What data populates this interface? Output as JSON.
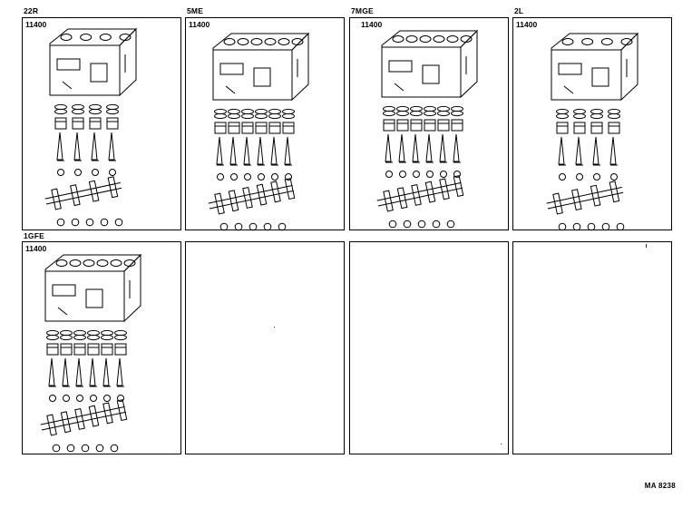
{
  "panels": [
    {
      "engine": "22R",
      "part_number": "11400",
      "illustration": "short-block-assembly-4cyl"
    },
    {
      "engine": "5ME",
      "part_number": "11400",
      "illustration": "short-block-assembly-6cyl"
    },
    {
      "engine": "7MGE",
      "part_number": "11400",
      "illustration": "short-block-assembly-6cyl"
    },
    {
      "engine": "2L",
      "part_number": "11400",
      "illustration": "short-block-assembly-4cyl"
    },
    {
      "engine": "1GFE",
      "part_number": "11400",
      "illustration": "short-block-assembly-6cyl"
    },
    {
      "engine": "",
      "part_number": "",
      "illustration": ""
    },
    {
      "engine": "",
      "part_number": "",
      "illustration": ""
    },
    {
      "engine": "",
      "part_number": "",
      "illustration": ""
    }
  ],
  "drawing_code": "MA 8238"
}
